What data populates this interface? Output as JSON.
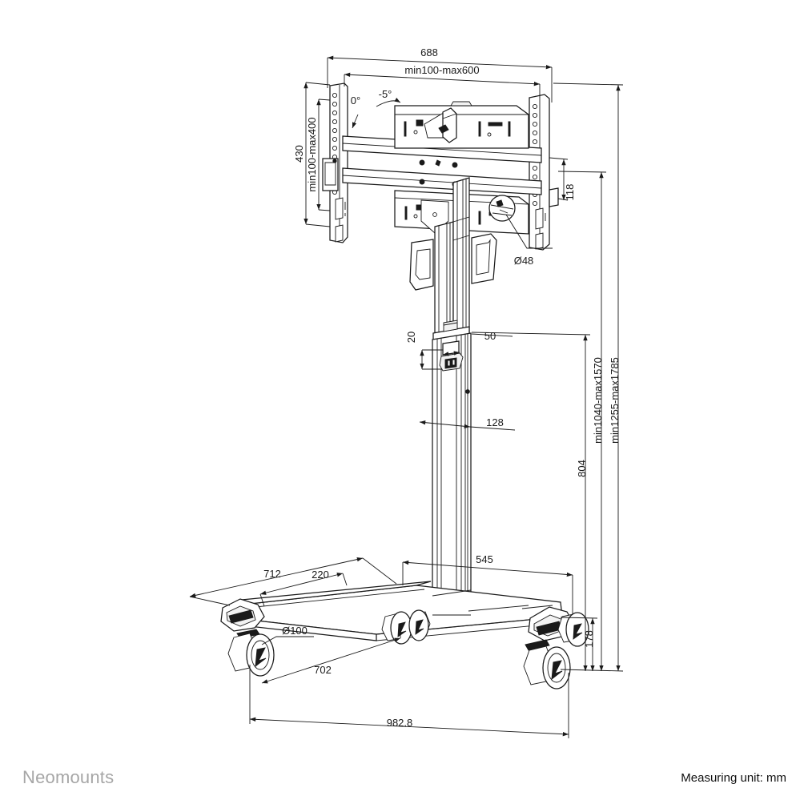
{
  "document": {
    "type": "technical-dimension-drawing",
    "product": "mobile display floor stand / trolley",
    "brand": "Neomounts",
    "unit_note": "Measuring unit: mm"
  },
  "footer": {
    "brand_label": "Neomounts",
    "unit_label": "Measuring unit: mm"
  },
  "dimensions": {
    "overall_width": "688",
    "vesa_horizontal": "min100-max600",
    "bracket_height": "430",
    "vesa_vertical": "min100-max400",
    "bracket_offset": "118",
    "tube_diameter": "Ø48",
    "clamp_height": "20",
    "clamp_width": "50",
    "column_depth": "128",
    "column_travel_top": "min1255-max1785",
    "screen_centre_travel": "min1040-max1570",
    "column_height": "804",
    "base_width": "545",
    "base_depth_outer": "712",
    "base_foot_offset": "220",
    "caster_diameter": "Ø100",
    "base_span_inner": "702",
    "base_height": "178",
    "base_overall_depth": "982.8"
  },
  "annotations": {
    "tilt_zero": "0°",
    "tilt_minus": "-5°"
  },
  "colors": {
    "line": "#1a1a1a",
    "brand_grey": "#a6a6a6",
    "fill_light": "#f2f2f2",
    "background": "#ffffff"
  }
}
